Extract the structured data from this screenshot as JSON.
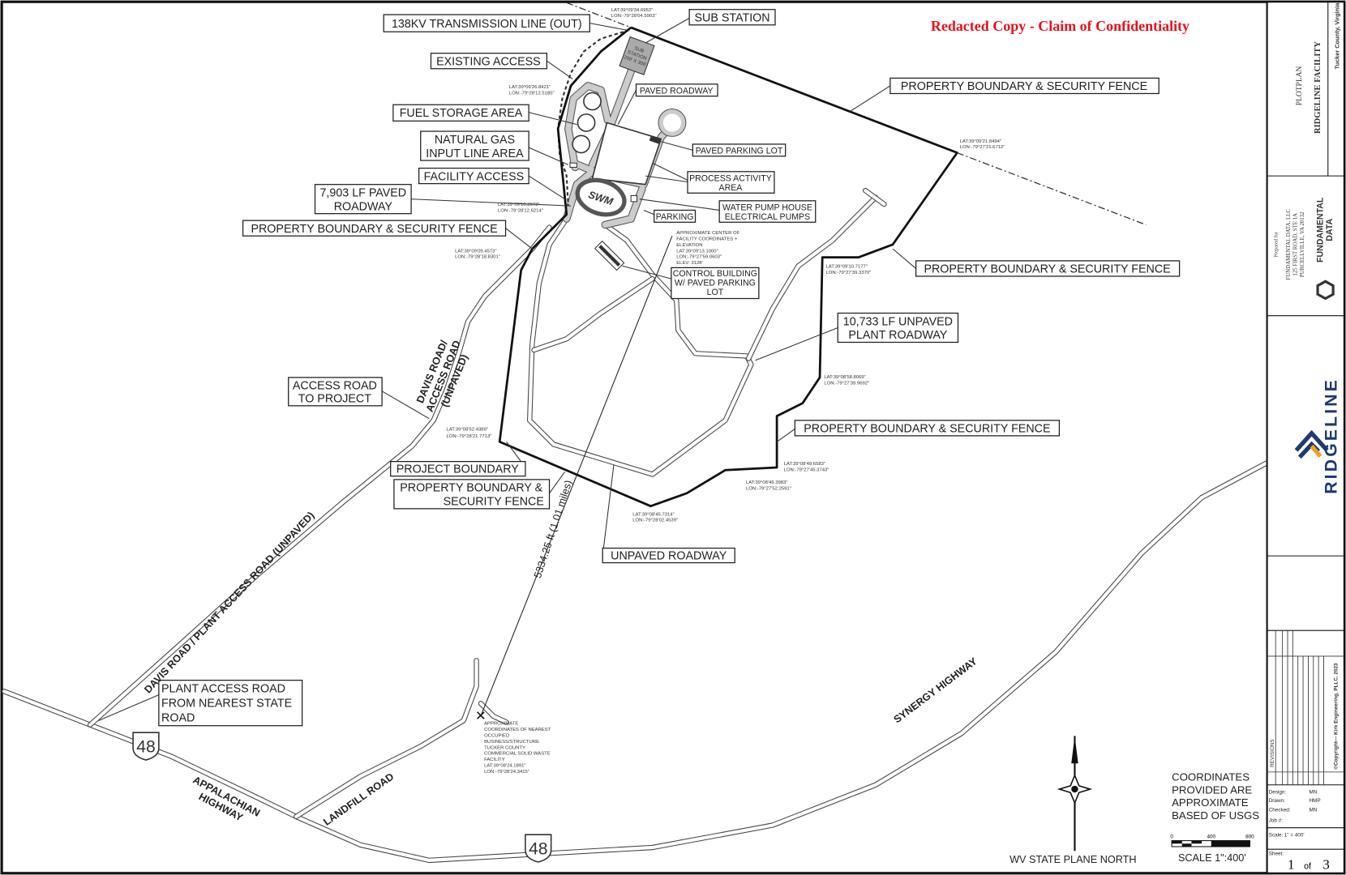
{
  "header": {
    "confidentiality": "Redacted Copy - Claim of Confidentiality",
    "confidentiality_color": "#e8101a"
  },
  "callouts": {
    "transmission_line": "138KV TRANSMISSION LINE (OUT)",
    "sub_station": "SUB STATION",
    "existing_access": "EXISTING ACCESS",
    "fuel_storage": "FUEL STORAGE AREA",
    "natural_gas": [
      "NATURAL GAS",
      "INPUT LINE AREA"
    ],
    "facility_access": "FACILITY ACCESS",
    "paved_roadway_lf": [
      "7,903 LF PAVED",
      "ROADWAY"
    ],
    "fence_west": "PROPERTY BOUNDARY & SECURITY FENCE",
    "paved_roadway": "PAVED ROADWAY",
    "paved_parking": "PAVED PARKING LOT",
    "process_area": [
      "PROCESS ACTIVITY",
      "AREA"
    ],
    "water_pump": [
      "WATER PUMP HOUSE",
      "ELECTRICAL PUMPS"
    ],
    "parking": "PARKING",
    "fence_north": "PROPERTY BOUNDARY &  SECURITY FENCE",
    "control_building": [
      "CONTROL BUILDING",
      "W/ PAVED PARKING",
      "LOT"
    ],
    "fence_east": "PROPERTY BOUNDARY & SECURITY FENCE",
    "unpaved_lf": [
      "10,733 LF UNPAVED",
      "PLANT ROADWAY"
    ],
    "access_road": [
      "ACCESS ROAD",
      "TO PROJECT"
    ],
    "fence_southeast": "PROPERTY BOUNDARY & SECURITY FENCE",
    "project_boundary": "PROJECT BOUNDARY",
    "fence_south": [
      "PROPERTY BOUNDARY &",
      "SECURITY FENCE"
    ],
    "unpaved_roadway": "UNPAVED ROADWAY",
    "plant_access": [
      "PLANT ACCESS ROAD",
      "FROM NEAREST STATE",
      "ROAD"
    ]
  },
  "site": {
    "substation_label": [
      "SUB",
      "STATION",
      "200' X 300'"
    ],
    "swm": "SWM"
  },
  "coordinates": [
    {
      "lat": "LAT:39°09'34.6952\"",
      "lon": "LON:-79°28'04.5903\""
    },
    {
      "lat": "LAT:39°09'26.8421\"",
      "lon": "LON:-79°28'12.5185\""
    },
    {
      "lat": "LAT:39°09'21.8494\"",
      "lon": "LON:-79°27'21.6712\""
    },
    {
      "lat": "LAT:39°09'10.3973\"",
      "lon": "LON:-79°28'12.6214\""
    },
    {
      "lat": "LAT:39°09'09.4573\"",
      "lon": "LON:-79°28'18.8301\""
    },
    {
      "lat": "LAT:39°09'10.7177\"",
      "lon": "LON:-79°27'39.3370\""
    },
    {
      "lat": "LAT:39°08'58.8069\"",
      "lon": "LON:-79°27'39.9692\""
    },
    {
      "lat": "LAT:39°08'52.4389\"",
      "lon": "LON:-79°28'21.7713\""
    },
    {
      "lat": "LAT:39°08'49.6583\"",
      "lon": "LON:-79°27'45.3743\""
    },
    {
      "lat": "LAT:39°08'49.3983\"",
      "lon": "LON:-79°27'52.2591\""
    },
    {
      "lat": "LAT:39°08'45.7314\"",
      "lon": "LON:-79°28'02.4539\""
    }
  ],
  "center_point": {
    "lines": [
      "APPROXIMATE CENTER OF",
      "FACILITY COORDINATES +",
      "ELEVATION"
    ],
    "lat": "LAT:39°09'13.1000\"",
    "lon": "LON:-79°27'59.0603\"",
    "elev": "ELEV: 3128'"
  },
  "nearest_structure": {
    "lines": [
      "APPROXIMATE",
      "COORDINATES OF NEAREST",
      "OCCUPIED",
      "BUSINESS/STRUCTURE",
      "TUCKER COUNTY",
      "COMMERCIAL SOLID WASTE",
      "FACILITY"
    ],
    "lat": "LAT:39°08'24.1891\"",
    "lon": "LON:-79°28'24.3415\""
  },
  "distance": "5334.25 ft (1.01 miles)",
  "roads": {
    "davis_access": [
      "DAVIS ROAD/",
      "ACCESS ROAD",
      "(UNPAVED)"
    ],
    "davis_plant": "DAVIS ROAD / PLANT ACCESS ROAD (UNPAVED)",
    "appalachian": [
      "APPALACHIAN",
      "HIGHWAY"
    ],
    "landfill": "LANDFILL ROAD",
    "synergy": "SYNERGY HIGHWAY",
    "route_shield": "48"
  },
  "notes": {
    "coordinates_note": [
      "COORDINATES",
      "PROVIDED ARE",
      "APPROXIMATE",
      "BASED OF USGS"
    ],
    "north": "WV STATE PLANE NORTH",
    "scale": "SCALE 1\":400'",
    "scale_ticks": [
      "0",
      "400",
      "800"
    ]
  },
  "title_block": {
    "county": "Tucker County, Virginia",
    "sheet_type": "PLOTPLAN",
    "project": "RIDGELINE FACILITY",
    "prepared_for": "Prepared for",
    "client_lines": [
      "FUNDAMENTAL DATA, LLC",
      "125 FIRST ROAD, STE 1A",
      "PURCELLVILLE, VA 20132"
    ],
    "client_logo": [
      "FUNDAMENTAL",
      "DATA"
    ],
    "project_logo": "RIDGELINE",
    "revisions": "REVISIONS",
    "copyright": "©Copyright— Kirk Engineering, PLLC. 2023",
    "design_label": "Design:",
    "design": "MN",
    "drawn_label": "Drawn:",
    "drawn": "HMP",
    "checked_label": "Checked:",
    "checked": "MN",
    "job_label": "Job #:",
    "scale_label": "Scale:",
    "scale": "1\" = 400'",
    "sheet_label": "Sheet:",
    "sheet": "1",
    "sheet_of": "of",
    "sheet_total": "3",
    "logo_accent": "#f0a020",
    "logo_color": "#1e3a6e"
  }
}
